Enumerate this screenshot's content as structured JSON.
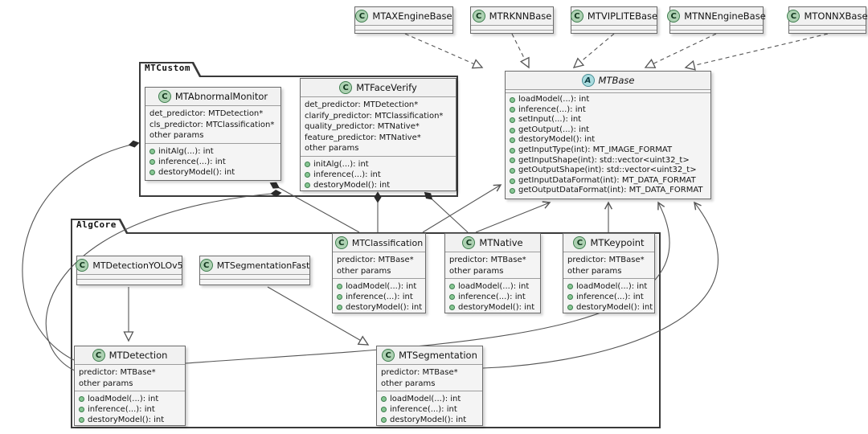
{
  "diagram_type": "uml-class-diagram",
  "packages": {
    "mtcustom": {
      "label": "MTCustom"
    },
    "algcore": {
      "label": "AlgCore"
    }
  },
  "badges": {
    "class_letter": "C",
    "abstract_letter": "A"
  },
  "colors": {
    "class_badge_fill": "#ADD1B2",
    "abstract_badge_fill": "#A9DCDF",
    "box_fill": "#f4f4f4",
    "edge": "#555555"
  },
  "classes": {
    "axengine": {
      "name": "MTAXEngineBase"
    },
    "rknn": {
      "name": "MTRKNNBase"
    },
    "viplite": {
      "name": "MTVIPLITEBase"
    },
    "nnengine": {
      "name": "MTNNEngineBase"
    },
    "onnx": {
      "name": "MTONNXBase"
    },
    "mtbase": {
      "name": "MTBase",
      "methods": [
        "loadModel(...): int",
        "inference(...): int",
        "setInput(...): int",
        "getOutput(...): int",
        "destoryModel(): int",
        "getInputType(int): MT_IMAGE_FORMAT",
        "getInputShape(int): std::vector<uint32_t>",
        "getOutputShape(int): std::vector<uint32_t>",
        "getInputDataFormat(int): MT_DATA_FORMAT",
        "getOutputDataFormat(int): MT_DATA_FORMAT"
      ]
    },
    "abnormal": {
      "name": "MTAbnormalMonitor",
      "attrs": [
        "det_predictor: MTDetection*",
        "cls_predictor: MTClassification*",
        "other params"
      ],
      "methods": [
        "initAlg(...): int",
        "inference(...): int",
        "destoryModel(): int"
      ]
    },
    "faceverify": {
      "name": "MTFaceVerify",
      "attrs": [
        "det_predictor: MTDetection*",
        "clarify_predictor: MTClassification*",
        "quality_predictor: MTNative*",
        "feature_predictor: MTNative*",
        "other params"
      ],
      "methods": [
        "initAlg(...): int",
        "inference(...): int",
        "destoryModel(): int"
      ]
    },
    "yolov5": {
      "name": "MTDetectionYOLOv5"
    },
    "segfast": {
      "name": "MTSegmentationFast"
    },
    "classification": {
      "name": "MTClassification",
      "attrs": [
        "predictor: MTBase*",
        "other params"
      ],
      "methods": [
        "loadModel(...): int",
        "inference(...): int",
        "destoryModel(): int"
      ]
    },
    "native": {
      "name": "MTNative",
      "attrs": [
        "predictor: MTBase*",
        "other params"
      ],
      "methods": [
        "loadModel(...): int",
        "inference(...): int",
        "destoryModel(): int"
      ]
    },
    "keypoint": {
      "name": "MTKeypoint",
      "attrs": [
        "predictor: MTBase*",
        "other params"
      ],
      "methods": [
        "loadModel(...): int",
        "inference(...): int",
        "destoryModel(): int"
      ]
    },
    "detection": {
      "name": "MTDetection",
      "attrs": [
        "predictor: MTBase*",
        "other params"
      ],
      "methods": [
        "loadModel(...): int",
        "inference(...): int",
        "destoryModel(): int"
      ]
    },
    "segmentation": {
      "name": "MTSegmentation",
      "attrs": [
        "predictor: MTBase*",
        "other params"
      ],
      "methods": [
        "loadModel(...): int",
        "inference(...): int",
        "destoryModel(): int"
      ]
    }
  },
  "relations": [
    {
      "from": "MTAXEngineBase",
      "to": "MTBase",
      "type": "realization"
    },
    {
      "from": "MTRKNNBase",
      "to": "MTBase",
      "type": "realization"
    },
    {
      "from": "MTVIPLITEBase",
      "to": "MTBase",
      "type": "realization"
    },
    {
      "from": "MTNNEngineBase",
      "to": "MTBase",
      "type": "realization"
    },
    {
      "from": "MTONNXBase",
      "to": "MTBase",
      "type": "realization"
    },
    {
      "from": "MTClassification",
      "to": "MTBase",
      "type": "association"
    },
    {
      "from": "MTNative",
      "to": "MTBase",
      "type": "association"
    },
    {
      "from": "MTKeypoint",
      "to": "MTBase",
      "type": "association"
    },
    {
      "from": "MTDetection",
      "to": "MTBase",
      "type": "association"
    },
    {
      "from": "MTSegmentation",
      "to": "MTBase",
      "type": "association"
    },
    {
      "from": "MTDetection",
      "to": "MTAbnormalMonitor",
      "type": "composition"
    },
    {
      "from": "MTClassification",
      "to": "MTAbnormalMonitor",
      "type": "composition"
    },
    {
      "from": "MTDetection",
      "to": "MTFaceVerify",
      "type": "composition"
    },
    {
      "from": "MTClassification",
      "to": "MTFaceVerify",
      "type": "composition"
    },
    {
      "from": "MTNative",
      "to": "MTFaceVerify",
      "type": "composition"
    },
    {
      "from": "MTDetectionYOLOv5",
      "to": "MTDetection",
      "type": "inheritance"
    },
    {
      "from": "MTSegmentationFast",
      "to": "MTSegmentation",
      "type": "inheritance"
    }
  ]
}
